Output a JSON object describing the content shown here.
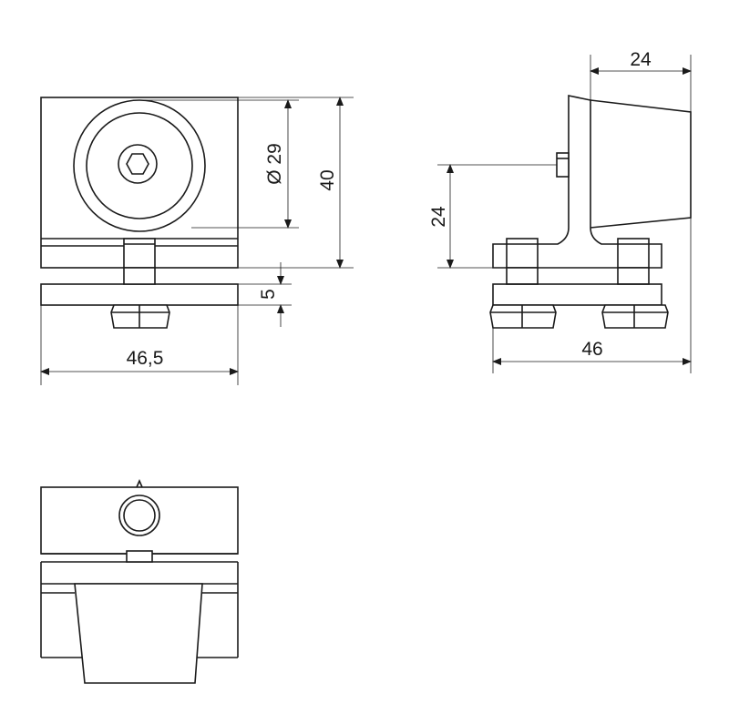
{
  "drawing": {
    "dimensions": {
      "front_width": "46,5",
      "front_height": "40",
      "front_diameter": "Ø 29",
      "front_thickness": "5",
      "side_width": "46",
      "side_height": "24",
      "side_depth": "24"
    }
  }
}
